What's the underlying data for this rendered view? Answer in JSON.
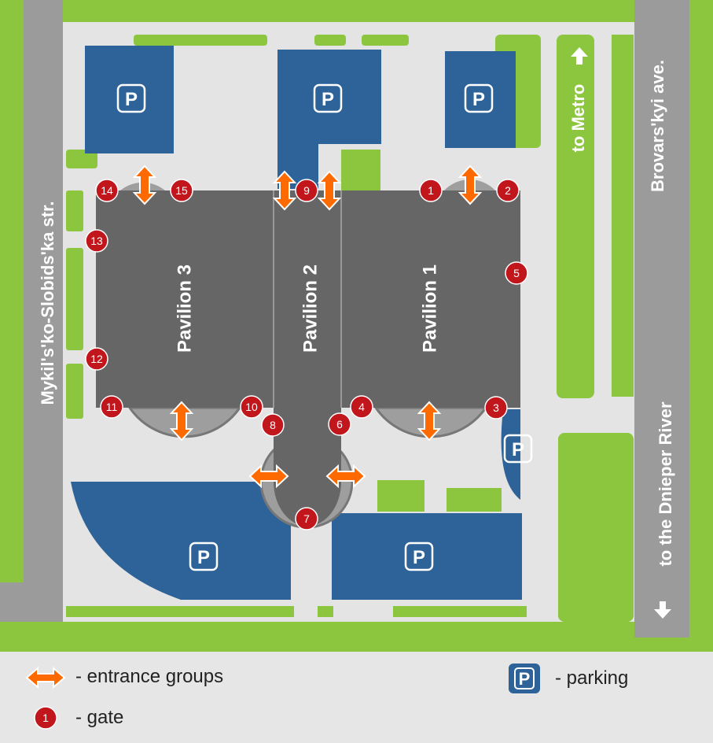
{
  "streets": {
    "left": "Mykil's'ko-Slobids'ka str.",
    "right": "Brovars'kyi ave.",
    "metro": "to Metro",
    "river": "to the Dnieper River"
  },
  "pavilions": [
    "Pavilion 1",
    "Pavilion 2",
    "Pavilion 3"
  ],
  "gates": [
    "1",
    "2",
    "3",
    "4",
    "5",
    "6",
    "7",
    "8",
    "9",
    "10",
    "11",
    "12",
    "13",
    "14",
    "15"
  ],
  "parking_label": "P",
  "legend": {
    "entrance": "- entrance groups",
    "gate_example": "1",
    "gate": "- gate",
    "parking": "- parking"
  },
  "colors": {
    "green": "#8cc63e",
    "pavement": "#e4e4e4",
    "parking": "#2d6398",
    "pavilion": "#666666",
    "gate": "#c1161c",
    "arrow": "#ff6a00",
    "road": "#9b9b9b"
  }
}
